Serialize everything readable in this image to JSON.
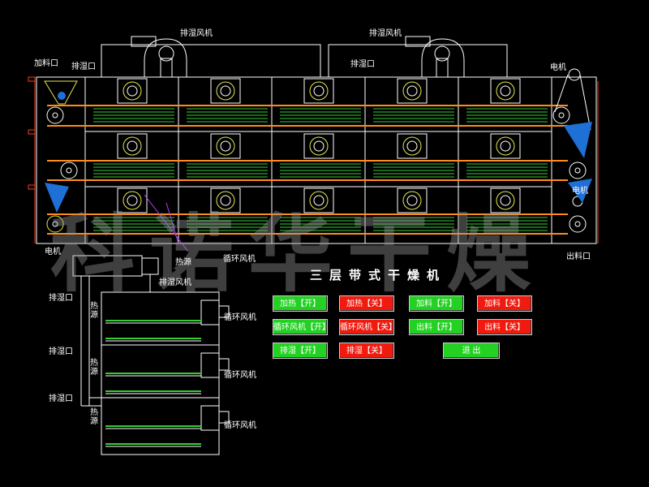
{
  "title": "三层带式干燥机",
  "watermark": "科诺华干燥",
  "labels": {
    "fan_left": "排湿风机",
    "fan_right": "排湿风机",
    "feed_inlet": "加料口",
    "exhaust_left": "排湿口",
    "exhaust_right": "排湿口",
    "motor_top_right": "电机",
    "motor_mid_right": "电机",
    "motor_left_bottom": "电机",
    "outlet": "出料口",
    "heat_source_top": "热源",
    "circ_fan_top": "循环风机",
    "side_exhaust_fan": "排湿风机",
    "side_exhaust_1": "排湿口",
    "side_exhaust_2": "排湿口",
    "side_exhaust_3": "排湿口",
    "side_heat_1": "热源",
    "side_heat_2": "热源",
    "side_heat_3": "热源",
    "side_circ_1": "循环风机",
    "side_circ_2": "循环风机",
    "side_circ_3": "循环风机"
  },
  "buttons": {
    "heat_on": "加热【开】",
    "heat_off": "加热【关】",
    "feed_on": "加料【开】",
    "feed_off": "加料【关】",
    "circ_on": "循环风机【开】",
    "circ_off": "循环风机【关】",
    "discharge_on": "出料【开】",
    "discharge_off": "出料【关】",
    "exhaust_on": "排湿【开】",
    "exhaust_off": "排湿【关】",
    "exit": "退 出"
  },
  "colors": {
    "on": "#22d122",
    "off": "#f01a0e",
    "frame": "#ffffff",
    "belt": "#ff8c1a",
    "mesh": "#33cc33",
    "hopper": "#1e6fd6",
    "fan_ring": "#e8e84a",
    "heat_line": "#b03cff"
  }
}
